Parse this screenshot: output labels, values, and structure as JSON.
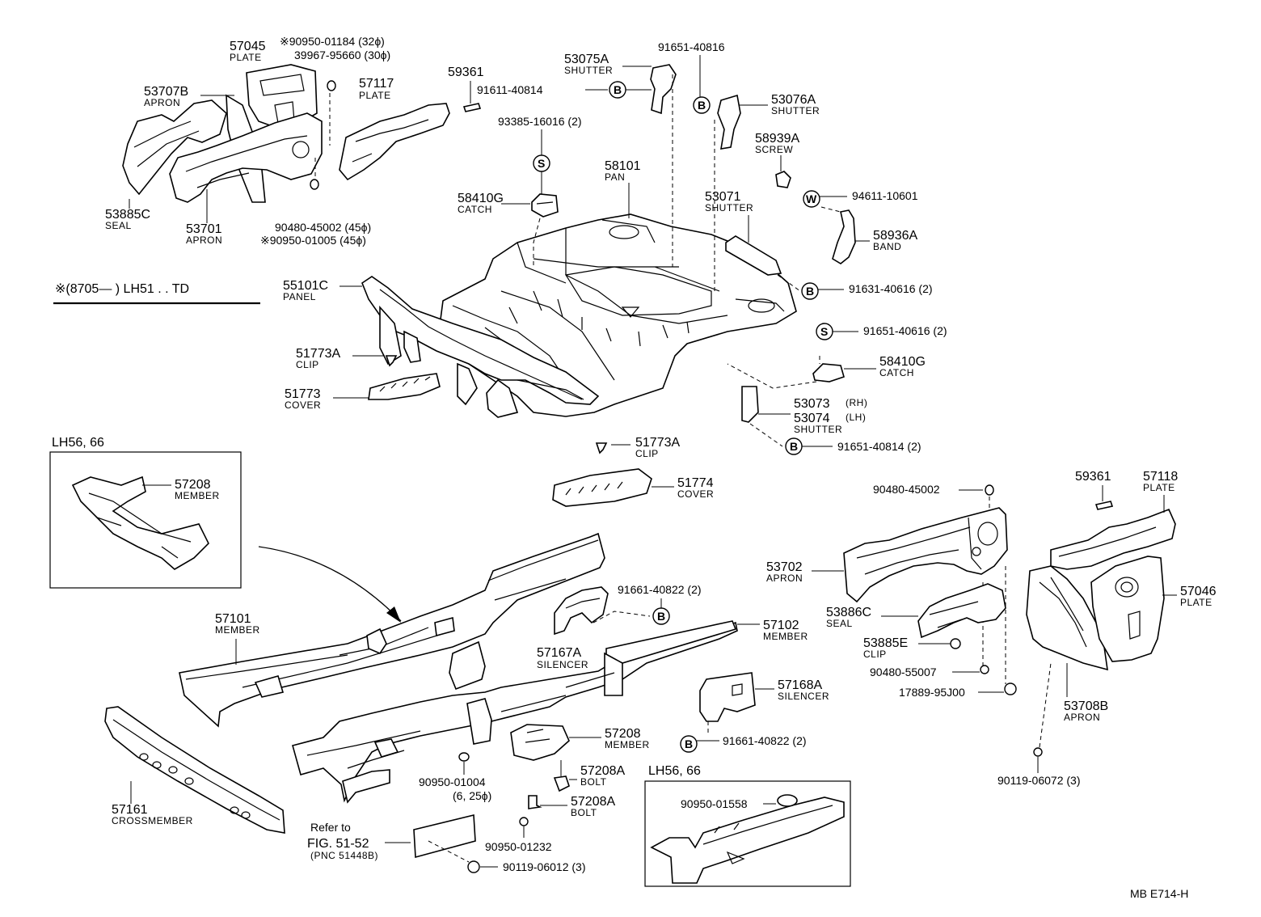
{
  "note": {
    "text": "※(8705—        ) LH51 . . TD"
  },
  "inset_top": {
    "title": "LH56, 66",
    "part": {
      "pn": "57208",
      "name": "MEMBER"
    }
  },
  "inset_bottom": {
    "title": "LH56, 66",
    "part": {
      "pn": "90950-01558"
    }
  },
  "refer": {
    "line1": "Refer to",
    "line2": "FIG. 51-52",
    "line3": "(PNC 51448B)"
  },
  "drawing_code": "MB  E714-H",
  "parts": {
    "p57045": {
      "pn": "57045",
      "name": "PLATE"
    },
    "p90950_01184": {
      "pn": "※90950-01184 (32ϕ)"
    },
    "p39967": {
      "pn": "39967-95660 (30ϕ)"
    },
    "p53707b": {
      "pn": "53707B",
      "name": "APRON"
    },
    "p57117": {
      "pn": "57117",
      "name": "PLATE"
    },
    "p59361a": {
      "pn": "59361"
    },
    "p53885c": {
      "pn": "53885C",
      "name": "SEAL"
    },
    "p53701": {
      "pn": "53701",
      "name": "APRON"
    },
    "p90480_45002a": {
      "pn": "90480-45002 (45ϕ)"
    },
    "p90950_01005": {
      "pn": "※90950-01005 (45ϕ)"
    },
    "p53075a": {
      "pn": "53075A",
      "name": "SHUTTER"
    },
    "p91611": {
      "pn": "91611-40814"
    },
    "p91651_40816": {
      "pn": "91651-40816"
    },
    "p93385": {
      "pn": "93385-16016 (2)"
    },
    "p53076a": {
      "pn": "53076A",
      "name": "SHUTTER"
    },
    "p58939a": {
      "pn": "58939A",
      "name": "SCREW"
    },
    "p58101": {
      "pn": "58101",
      "name": "PAN"
    },
    "p58410g_a": {
      "pn": "58410G",
      "name": "CATCH"
    },
    "p53071": {
      "pn": "53071",
      "name": "SHUTTER"
    },
    "p94611": {
      "pn": "94611-10601"
    },
    "p58936a": {
      "pn": "58936A",
      "name": "BAND"
    },
    "p91631": {
      "pn": "91631-40616 (2)"
    },
    "p55101c": {
      "pn": "55101C",
      "name": "PANEL"
    },
    "p91651_40616": {
      "pn": "91651-40616 (2)"
    },
    "p51773a_a": {
      "pn": "51773A",
      "name": "CLIP"
    },
    "p58410g_b": {
      "pn": "58410G",
      "name": "CATCH"
    },
    "p51773": {
      "pn": "51773",
      "name": "COVER"
    },
    "p53073": {
      "pn": "53073",
      "suffix": "(RH)"
    },
    "p53074": {
      "pn": "53074",
      "suffix": "(LH)",
      "name": "SHUTTER"
    },
    "p91651_40814": {
      "pn": "91651-40814 (2)"
    },
    "p51773a_b": {
      "pn": "51773A",
      "name": "CLIP"
    },
    "p51774": {
      "pn": "51774",
      "name": "COVER"
    },
    "p90480_45002b": {
      "pn": "90480-45002"
    },
    "p59361b": {
      "pn": "59361"
    },
    "p57118": {
      "pn": "57118",
      "name": "PLATE"
    },
    "p53702": {
      "pn": "53702",
      "name": "APRON"
    },
    "p57046": {
      "pn": "57046",
      "name": "PLATE"
    },
    "p91661_a": {
      "pn": "91661-40822 (2)"
    },
    "p57101": {
      "pn": "57101",
      "name": "MEMBER"
    },
    "p57102": {
      "pn": "57102",
      "name": "MEMBER"
    },
    "p53886c": {
      "pn": "53886C",
      "name": "SEAL"
    },
    "p57167a": {
      "pn": "57167A",
      "name": "SILENCER"
    },
    "p53885e": {
      "pn": "53885E",
      "name": "CLIP"
    },
    "p90480_55007": {
      "pn": "90480-55007"
    },
    "p17889": {
      "pn": "17889-95J00"
    },
    "p57168a": {
      "pn": "57168A",
      "name": "SILENCER"
    },
    "p53708b": {
      "pn": "53708B",
      "name": "APRON"
    },
    "p57208": {
      "pn": "57208",
      "name": "MEMBER"
    },
    "p91661_b": {
      "pn": "91661-40822 (2)"
    },
    "p57208a_a": {
      "pn": "57208A",
      "name": "BOLT"
    },
    "p90950_01004": {
      "pn": "90950-01004",
      "sub": "(6, 25ϕ)"
    },
    "p57208a_b": {
      "pn": "57208A",
      "name": "BOLT"
    },
    "p57161": {
      "pn": "57161",
      "name": "CROSSMEMBER"
    },
    "p90950_01232": {
      "pn": "90950-01232"
    },
    "p90119_06012": {
      "pn": "90119-06012 (3)"
    },
    "p90119_06072": {
      "pn": "90119-06072 (3)"
    }
  },
  "symbols": {
    "bolt": "B",
    "screw": "S",
    "washer": "W"
  }
}
